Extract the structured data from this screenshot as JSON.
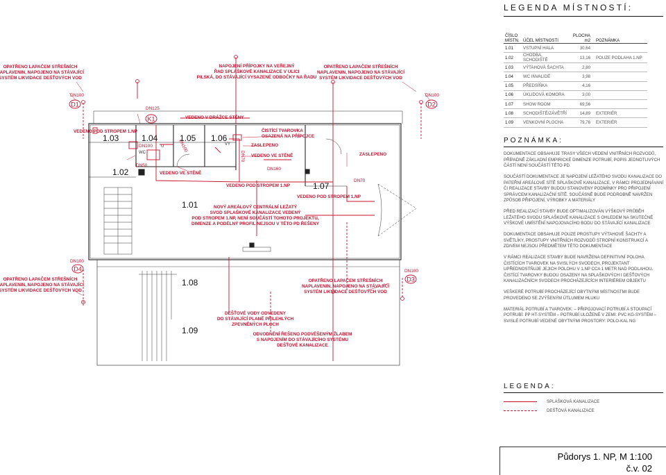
{
  "legend_title": "LEGENDA MÍSTNOSTÍ:",
  "table_headers": {
    "cislo": "ČÍSLO MÍSTN.",
    "ucel": "ÚČEL MÍSTNOSTI",
    "plocha": "PLOCHA m2",
    "poznamka": "POZNÁMKA"
  },
  "rooms": [
    {
      "no": "1.01",
      "name": "VSTUPNÍ HALA",
      "area": "30,64",
      "note": ""
    },
    {
      "no": "1.02",
      "name": "CHODBA, SCHODIŠTĚ",
      "area": "13,16",
      "note": "POUZE PODLAHA 1.NP"
    },
    {
      "no": "1.03",
      "name": "VÝTAHOVÁ ŠACHTA",
      "area": "2,80",
      "note": ""
    },
    {
      "no": "1.04",
      "name": "WC INVALIDÉ",
      "area": "3,98",
      "note": ""
    },
    {
      "no": "1.05",
      "name": "PŘEDSÍŇKA",
      "area": "4,16",
      "note": ""
    },
    {
      "no": "1.06",
      "name": "ÚKLIDOVÁ KOMORA",
      "area": "3,00",
      "note": ""
    },
    {
      "no": "1.07",
      "name": "SHOW ROOM",
      "area": "69,56",
      "note": ""
    },
    {
      "no": "1.08",
      "name": "SCHODIŠTĚ/ZÁVĚTŘÍ",
      "area": "14,89",
      "note": "EXTERIÉR"
    },
    {
      "no": "1.09",
      "name": "VENKOVNÍ PLOCHA",
      "area": "79,76",
      "note": "EXTERIÉR"
    }
  ],
  "notes_title": "POZNÁMKA:",
  "notes": [
    "DOKUMENTACE OBSAHUJE TRASY VŠECH VEDENÍ VNITŘNÍCH ROZVODŮ, PŘÍPADNĚ ZÁKLADNÍ EMPIRICKÉ DIMENZE POTRUBÍ, POPIS JEDNOTLIVÝCH ČÁSTÍ NENÍ SOUČÁSTÍ TÉTO PD.",
    "SOUČÁSTÍ DOKUMENTACE JE NAPOJENÍ LEŽATÉHO SVODU KANALIZACE DO PATEŘNÍ AREÁLOVÉ SÍTĚ SPLAŠKOVÉ KANALIZACE, V RÁMCI PROJEDNÁVANÍ ČI REALIZACE STAVBY BUDOU STANOVENY PODMÍNKY PRO PŘIPOJENÍ SPRÁVCEM KANALIZAČNÍ SÍTĚ. SOUČÁSNĚ BUDE PODROBNĚ NAVRŽEN ZPŮSOB PŘIPOJENÍ, VÝROBKY A MATERIÁLY",
    "PŘED REALIZACÍ STAVBY BUDE OPTIMALIZOVÁN VÝŠKOVÝ PRŮBĚH LEŽATÉHO SVODU SPLAŠKOVÉ KANALIZACE S OHLEDEM NA SKUTEČNÉ VÝŠKOVÉ UMÍSTĚNÍ NAPOJOVACÍHO BODU DO STÁVAJÍCÍ KANALIZACE",
    "DOKUMENTACE OBSAHUJE POUZE PROSTUPY VÝTAHOVÉ ŠACHTY A SVĚTLÍKY, PROSTUPY VNITŘNÍCH ROZVODŮ STROPNÍ KONSTRUKCÍ A ZDIVEM NEJSOU PŘEDMĚTEM TÉTO DOKUMENTACE",
    "V RÁMCI REALIZACE STAVBY BUDE NAVRŽENA DEFINITIVNÍ POLOHA ČISTÍCÍCH TVAROVEK NA SVISLÝCH SVODECH, PROJEKTANT UPŘEDNOSTŇUJE JEJICH POLOHU V 1.NP CCA 1 METR NAD PODLAHOU. ČISTÍCÍ TVAROVKY BUDOU OSAZENY NA SPLAŠKOVÝCH I DEŠŤOVÝCH KANALIZAČNÍCH SVODECH PROCHÁZEJÍCÍCH INTERIÉREM OBJEKTU",
    "VEŠKERÉ POTRUBÍ PROCHÁZEJÍCÍ OBYTNÝMI MÍSTNOSTMI BUDE PROVEDENO SE ZVÝŠENÝM ÚTLUMEM HLUKU",
    "MATERIÁL POTRUBÍ A TVAROVEK: – PŘIPOJOVACÍ POTRUBÍ A STOUPACÍ POTRUBÍ: PP HT-SYSTÉM – POTRUBÍ ULOŽENÉ V ZEMI: PVC KG-SYSTÉM – SVISLÉ POTRUBÍ VEDENÉ OBYTNÝMI PROSTORY: POLO-KAL NG"
  ],
  "legend2_title": "LEGENDA:",
  "legend_items": [
    {
      "label": "SPLAŠKOVÁ KANALIZACE",
      "color": "#c8102e",
      "style": "solid"
    },
    {
      "label": "DEŠŤOVÁ KANALIZACE",
      "color": "#c8102e",
      "style": "dashed"
    }
  ],
  "title_block": {
    "line1": "Půdorys 1. NP, M 1:100",
    "line2": "č.v. 02"
  },
  "plan": {
    "rooms": [
      "1.01",
      "1.02",
      "1.03",
      "1.04",
      "1.05",
      "1.06",
      "1.07",
      "1.08",
      "1.09"
    ],
    "sanitary": {
      "wc": "WC",
      "u": "U",
      "vy": "VY"
    },
    "bubbles": {
      "d1": "D1",
      "d2": "D2",
      "d3": "D3",
      "d4": "D4",
      "k1": "K1"
    },
    "dims": {
      "dn100": "DN100",
      "dn125": "DN125",
      "dn50": "DN50",
      "dn160": "DN160",
      "dn70": "DN70"
    },
    "notes": {
      "gutter1": [
        "OPATŘENO LAPAČEM STŘEŠNÍCH",
        "NAPLAVENIN, NAPOJENO NA STÁVAJÍCÍ",
        "SYSTÉM LIKVIDACE DEŠŤOVÝCH VOD"
      ],
      "connection": [
        "NAPOJENÍ PŘÍPOJKY NA VEŘEJNÝ",
        "ŘAD SPLAŠKOVÉ KANALIZACE V ULICI",
        "PILSKÁ, DO STÁVAJÍCÍ VYSAZENÉ ODBOČKY NA ŘADU"
      ],
      "ceiling1": "VEDENO POD STROPEM 1.NP",
      "groove": "VEDENO V DRÁŽCE STĚNY",
      "wall1": "VEDENO VE STĚNĚ",
      "cleanout": [
        "ČISTÍCÍ TVAROVKA",
        "OSAZENÁ NA PŘÍPOJCE"
      ],
      "plugged": "ZASLEPENO",
      "wall2": "VEDENO VE STĚNĚ",
      "ceiling2": "VEDENO POD STROPEM 1.NP",
      "ceiling3": "VEDENO POD STROPEM 1.NP",
      "plugged2": "ZASLEPENO",
      "newline": [
        "NOVÝ AREÁLOVÝ CENTRÁLNÍ LEŽATÝ",
        "SVOD SPLAŠKOVÉ KANALIZACE VEDENÝ",
        "POD STROPEM 1.NP, NENÍ SOUČÁSTÍ TOHOTO PROJEKTU,",
        "DIMENZE A PODÉLNÝ PROFIL NEJSOU V TÉTO PD ŘEŠENY"
      ],
      "rain1": [
        "DEŠŤOVÉ VODY ODVEDENY",
        "DO STÁVAJÍCÍ PLANĚ PŘILEHLÝCH",
        "ZPEVNĚNÝCH PLOCH"
      ],
      "rain2": [
        "ODVODNĚNÍ ŘEŠENO PODVĚŠENÝM ŽLABEM",
        "S NAPOJENÍM DO STÁVAJÍCÍHO SYSTÉMU",
        "DEŠŤOVÉ KANALIZACE"
      ]
    }
  }
}
